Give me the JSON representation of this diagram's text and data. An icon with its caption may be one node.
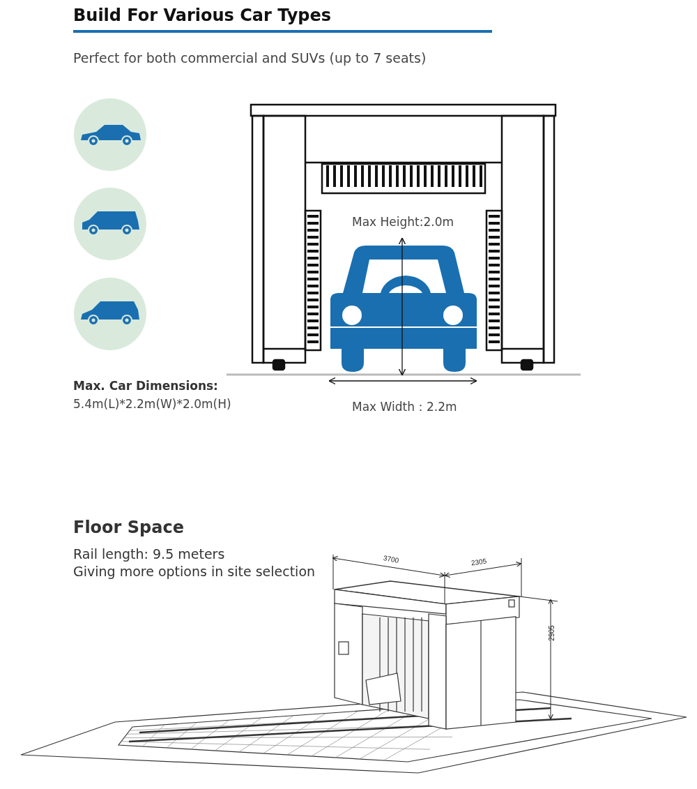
{
  "diagram": {
    "title": "Build For Various Car Types",
    "labels": [
      "Perfect for both commercial and SUVs (up to 7 seats)",
      "Max Height:2.0m",
      "Max. Car Dimensions:",
      "5.4m(L)*2.2m(W)*2.0m(H)",
      "Max Width：2.2m",
      "Floor Space",
      "Rail length: 9.5 meters",
      "Giving more options in site selection",
      "3700",
      "2305",
      "2905"
    ]
  }
}
